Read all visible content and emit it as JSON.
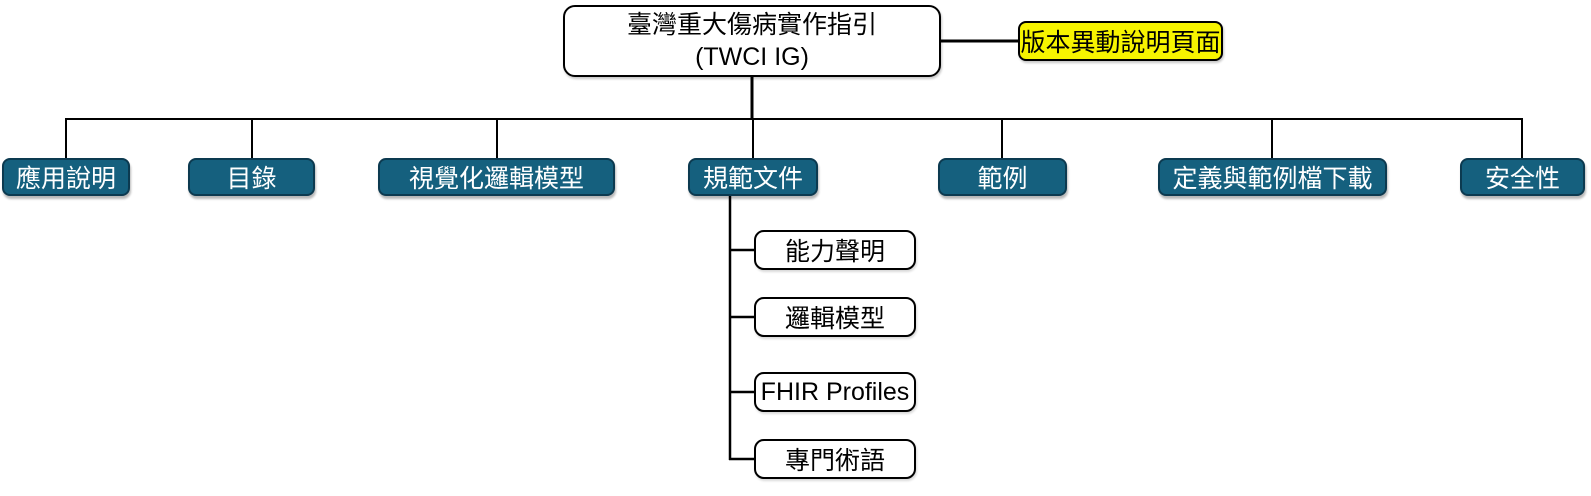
{
  "chart": {
    "root": {
      "title": "臺灣重大傷病實作指引",
      "subtitle": "(TWCI IG)"
    },
    "version_note": {
      "label": "版本異動說明頁面"
    },
    "sections": [
      {
        "label": "應用說明"
      },
      {
        "label": "目錄"
      },
      {
        "label": "視覺化邏輯模型"
      },
      {
        "label": "規範文件"
      },
      {
        "label": "範例"
      },
      {
        "label": "定義與範例檔下載"
      },
      {
        "label": "安全性"
      }
    ],
    "spec_subsections": [
      {
        "label": "能力聲明"
      },
      {
        "label": "邏輯模型"
      },
      {
        "label": "FHIR Profiles"
      },
      {
        "label": "專門術語"
      }
    ],
    "colors": {
      "section_fill": "#15607e",
      "section_border": "#0c3a50",
      "section_text": "#ffffff",
      "highlight_fill": "#f7f400",
      "leaf_fill": "#ffffff",
      "box_border": "#000000",
      "connector": "#000000",
      "background": "#ffffff"
    }
  }
}
